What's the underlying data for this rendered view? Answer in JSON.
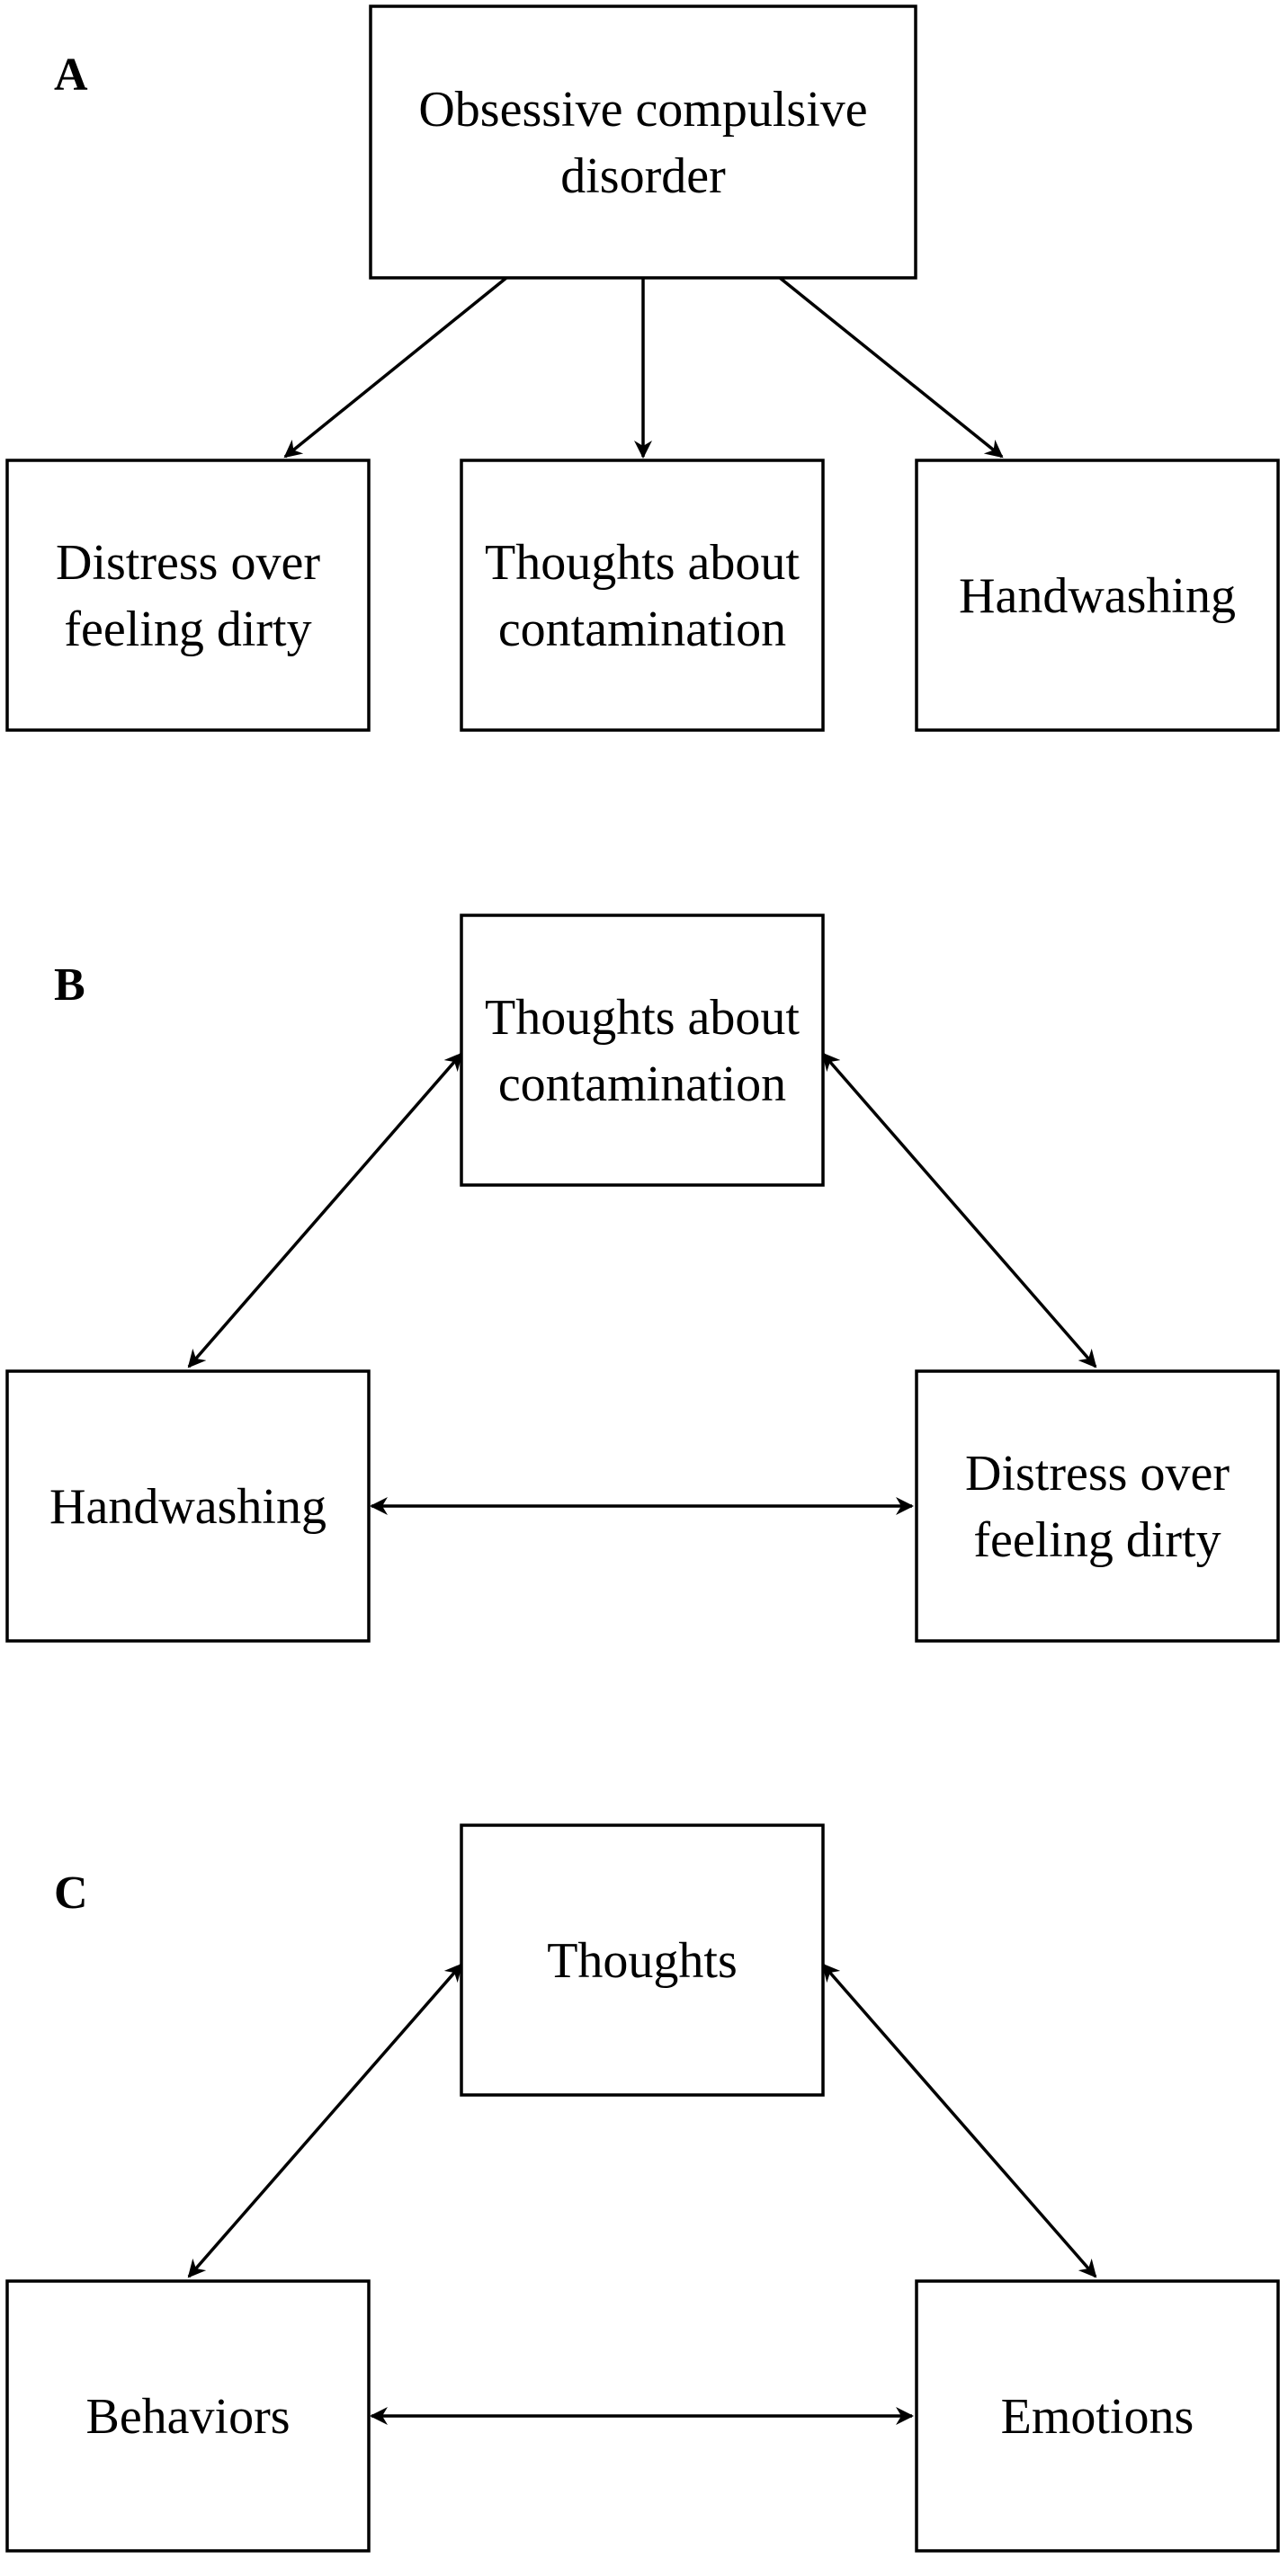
{
  "panels": [
    {
      "letter": "A",
      "nodes": [
        {
          "id": "ocd",
          "lines": [
            "Obsessive compulsive",
            "disorder"
          ]
        },
        {
          "id": "distress",
          "lines": [
            "Distress over",
            "feeling dirty"
          ]
        },
        {
          "id": "thoughts",
          "lines": [
            "Thoughts about",
            "contamination"
          ]
        },
        {
          "id": "handwashing",
          "lines": [
            "Handwashing"
          ]
        }
      ],
      "edges": [
        {
          "from": "ocd",
          "to": "distress",
          "direction": "forward"
        },
        {
          "from": "ocd",
          "to": "thoughts",
          "direction": "forward"
        },
        {
          "from": "ocd",
          "to": "handwashing",
          "direction": "forward"
        }
      ]
    },
    {
      "letter": "B",
      "nodes": [
        {
          "id": "thoughts",
          "lines": [
            "Thoughts about",
            "contamination"
          ]
        },
        {
          "id": "handwashing",
          "lines": [
            "Handwashing"
          ]
        },
        {
          "id": "distress",
          "lines": [
            "Distress over",
            "feeling dirty"
          ]
        }
      ],
      "edges": [
        {
          "from": "thoughts",
          "to": "handwashing",
          "direction": "both"
        },
        {
          "from": "thoughts",
          "to": "distress",
          "direction": "both"
        },
        {
          "from": "handwashing",
          "to": "distress",
          "direction": "both"
        }
      ]
    },
    {
      "letter": "C",
      "nodes": [
        {
          "id": "thoughts",
          "lines": [
            "Thoughts"
          ]
        },
        {
          "id": "behaviors",
          "lines": [
            "Behaviors"
          ]
        },
        {
          "id": "emotions",
          "lines": [
            "Emotions"
          ]
        }
      ],
      "edges": [
        {
          "from": "thoughts",
          "to": "behaviors",
          "direction": "both"
        },
        {
          "from": "thoughts",
          "to": "emotions",
          "direction": "both"
        },
        {
          "from": "behaviors",
          "to": "emotions",
          "direction": "both"
        }
      ]
    }
  ]
}
